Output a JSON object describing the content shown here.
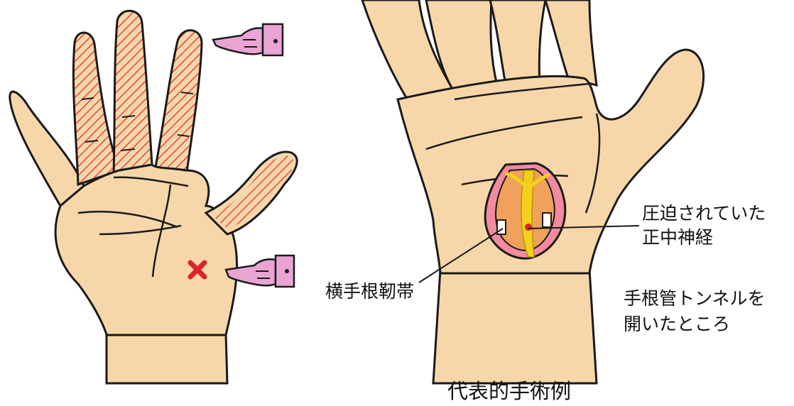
{
  "colors": {
    "skin": "#f7d7a9",
    "outline": "#1a1a1a",
    "hatch": "#e04545",
    "pointer": "#e9a4d4",
    "ligament": "#f0a25a",
    "nerve": "#f2d11e",
    "tissue_pink": "#f28aa0",
    "marker": "#e0202a"
  },
  "left_panel": {
    "icons": [
      "pointing-hand-icon",
      "x-mark-icon"
    ]
  },
  "right_panel": {
    "label_compressed_nerve_line1": "圧迫されていた",
    "label_compressed_nerve_line2": "正中神経",
    "label_ligament": "横手根靭帯",
    "label_tunnel_line1": "手根管トンネルを",
    "label_tunnel_line2": "開いたところ",
    "caption": "代表的手術例"
  }
}
